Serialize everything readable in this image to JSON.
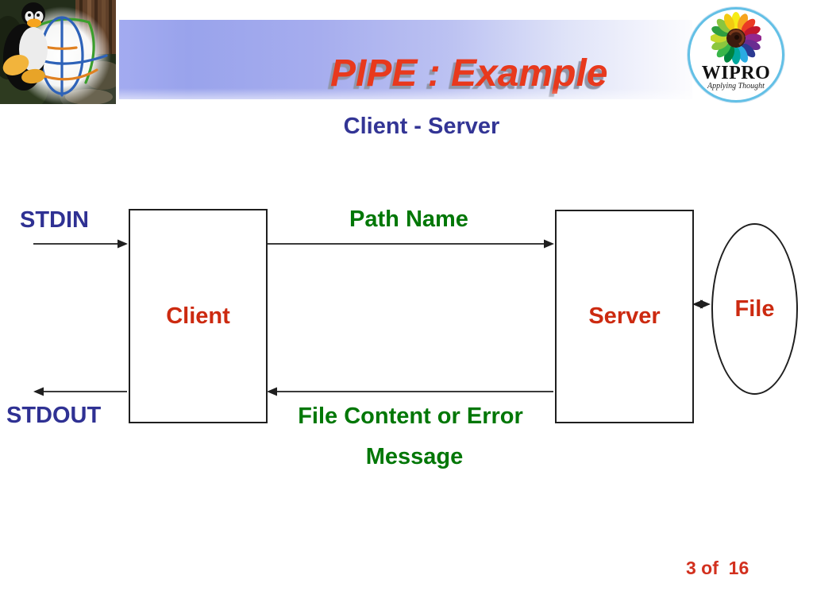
{
  "slide": {
    "title": "PIPE : Example",
    "subtitle": "Client - Server",
    "page_indicator": "3 of  16"
  },
  "logo": {
    "brand": "WIPRO",
    "tagline": "Applying Thought"
  },
  "diagram": {
    "nodes": {
      "client": "Client",
      "server": "Server",
      "file": "File"
    },
    "labels": {
      "stdin": "STDIN",
      "stdout": "STDOUT",
      "path_name": "Path Name",
      "return_line1": "File Content or Error",
      "return_line2": "Message"
    }
  },
  "colors": {
    "title_red": "#e8391d",
    "title_shadow_gray": "#9095a8",
    "node_label_red": "#cc2a10",
    "link_label_green": "#007706",
    "io_label_navy": "#2f3193",
    "subtitle_navy": "#333595",
    "page_number_red": "#d2301e",
    "banner_left": "#99a3ec",
    "banner_right": "#fcfcfe",
    "logo_ring_blue": "#63c0e6"
  }
}
